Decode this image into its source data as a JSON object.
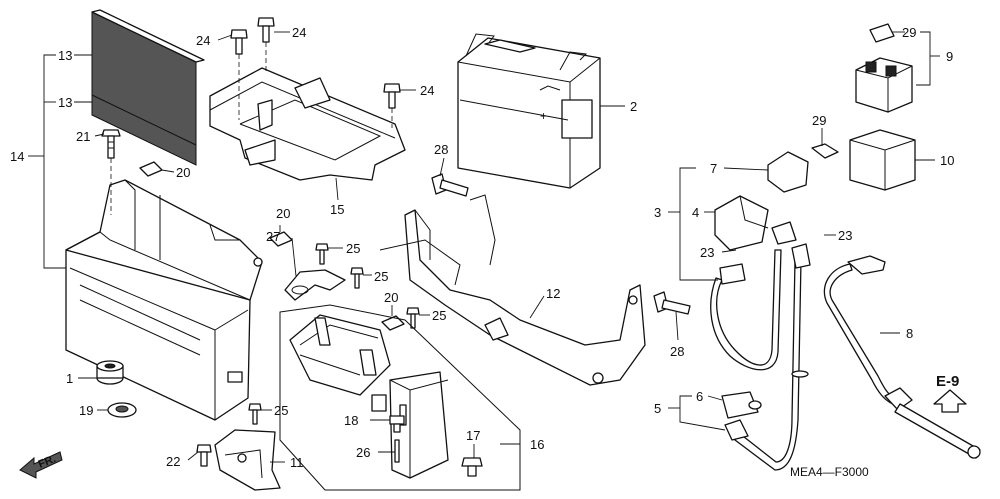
{
  "diagram": {
    "code": "MEA4—F3000",
    "ref": "E-9",
    "front_label": "FR.",
    "labels": {
      "l1": "1",
      "l2": "2",
      "l3": "3",
      "l4": "4",
      "l5": "5",
      "l6": "6",
      "l7": "7",
      "l8": "8",
      "l9": "9",
      "l10": "10",
      "l11": "11",
      "l12": "12",
      "l13a": "13",
      "l13b": "13",
      "l14": "14",
      "l15": "15",
      "l16": "16",
      "l17": "17",
      "l18": "18",
      "l19": "19",
      "l20a": "20",
      "l20b": "20",
      "l20c": "20",
      "l21": "21",
      "l22": "22",
      "l23a": "23",
      "l23b": "23",
      "l24a": "24",
      "l24b": "24",
      "l24c": "24",
      "l25a": "25",
      "l25b": "25",
      "l25c": "25",
      "l25d": "25",
      "l26": "26",
      "l27": "27",
      "l28a": "28",
      "l28b": "28",
      "l29a": "29",
      "l29b": "29"
    }
  }
}
